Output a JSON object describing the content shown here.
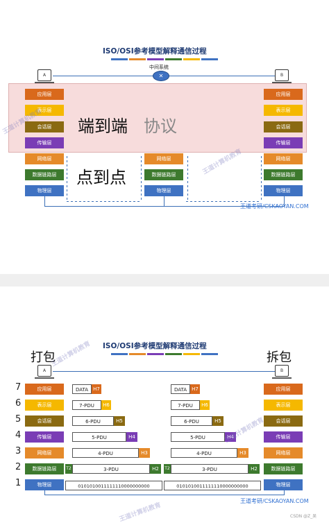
{
  "diagram1": {
    "title": "ISO/OSI参考模型解释通信过程",
    "middle_system": "中间系统",
    "host_a": "A",
    "host_b": "B",
    "end_to_end": "端到端",
    "protocol": "协议",
    "point_to_point": "点到点",
    "layers7": [
      "应用层",
      "表示层",
      "会话层",
      "传输层",
      "网络层",
      "数据链路层",
      "物理层"
    ],
    "layers3": [
      "网络层",
      "数据链路层",
      "物理层"
    ],
    "watermark": "王道考研/CSKAOYAN.COM"
  },
  "diagram2": {
    "title": "ISO/OSI参考模型解释通信过程",
    "pack": "打包",
    "unpack": "拆包",
    "host_a": "A",
    "host_b": "B",
    "numbers": [
      "7",
      "6",
      "5",
      "4",
      "3",
      "2",
      "1"
    ],
    "layers": [
      "应用层",
      "表示层",
      "会话层",
      "传输层",
      "网络层",
      "数据链路层",
      "物理层"
    ],
    "pdus": [
      "DATA",
      "7-PDU",
      "6-PDU",
      "5-PDU",
      "4-PDU",
      "3-PDU",
      "0101010011111110000000000"
    ],
    "headers": [
      "H7",
      "H6",
      "H5",
      "H4",
      "H3",
      "H2"
    ],
    "trailer": "T2",
    "watermark": "王道考研/CSKAOYAN.COM",
    "credit": "CSDN @Z_吴"
  },
  "colors": {
    "app": "#d9691c",
    "pres": "#f5b800",
    "session": "#8a6a12",
    "transport": "#7a3db5",
    "network": "#e58a2a",
    "datalink": "#3d7a2e",
    "physical": "#3f72c2",
    "overlay": "#f6d7d7"
  }
}
